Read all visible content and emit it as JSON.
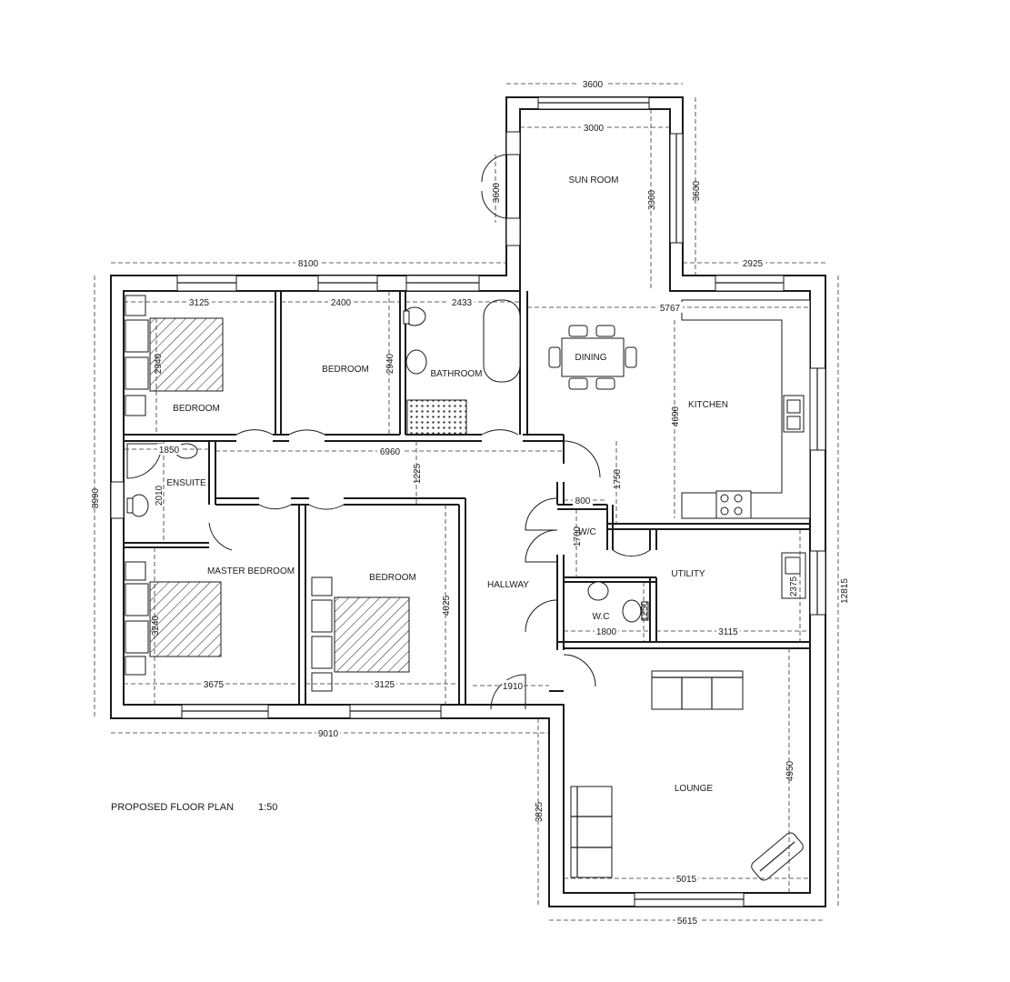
{
  "drawing": {
    "title": "PROPOSED FLOOR PLAN",
    "scale": "1:50"
  },
  "rooms": {
    "sun_room": "SUN ROOM",
    "dining": "DINING",
    "kitchen": "KITCHEN",
    "bedroom_1": "BEDROOM",
    "bedroom_2": "BEDROOM",
    "bathroom": "BATHROOM",
    "ensuite": "ENSUITE",
    "master_bedroom": "MASTER BEDROOM",
    "bedroom_3": "BEDROOM",
    "hallway": "HALLWAY",
    "wc_1": "W/C",
    "wc_2": "W.C",
    "utility": "UTILITY",
    "lounge": "LOUNGE"
  },
  "dimensions": {
    "sun_room_outer_width": "3600",
    "sun_room_inner_width": "3000",
    "sun_room_outer_depth": "3600",
    "sun_room_inner_depth": "3300",
    "sun_room_door": "3600",
    "top_left_overall": "8100",
    "top_right": "2925",
    "bedroom_1_width": "3125",
    "bedroom_2_width": "2400",
    "bathroom_width": "2433",
    "dining_kitchen_width": "5767",
    "bedroom_1_depth": "2940",
    "bedroom_2_depth": "2940",
    "kitchen_depth": "4690",
    "ensuite_width": "1850",
    "ensuite_depth": "2010",
    "corridor_length": "6960",
    "corridor_width": "1225",
    "hall_to_kitchen": "1750",
    "wc_1_width": "800",
    "wc_1_depth": "1700",
    "left_overall": "8990",
    "right_overall": "12815",
    "master_depth": "3240",
    "bedroom_3_depth": "4025",
    "utility_sink": "2375",
    "wc_2_small": "1250",
    "wc_2_width": "1800",
    "utility_width": "3115",
    "master_width": "3675",
    "bedroom_3_width": "3125",
    "porch_width": "1910",
    "bottom_left_overall": "9010",
    "lounge_offset": "3825",
    "lounge_depth": "4950",
    "lounge_inner_width": "5015",
    "lounge_outer_width": "5615"
  }
}
